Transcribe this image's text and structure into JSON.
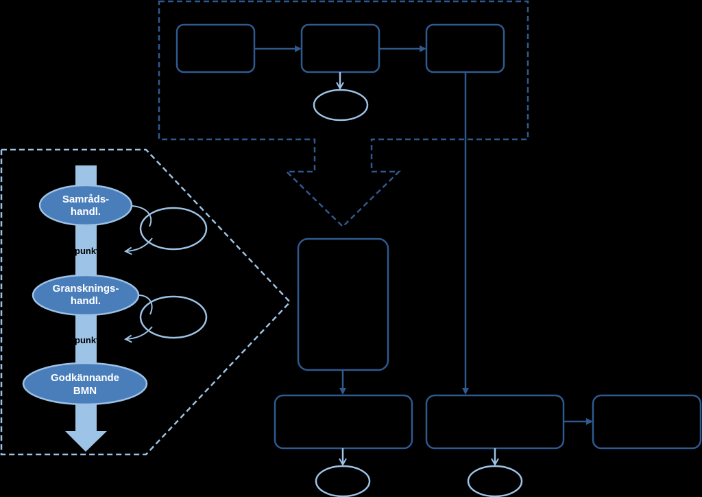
{
  "colors": {
    "background": "#000000",
    "box_stroke": "#2f5a8f",
    "light_stroke": "#9dc3e6",
    "pill_fill": "#4a7ebb",
    "pill_stroke": "#9dc3e6",
    "timeline_fill": "#9dc3e6"
  },
  "process": {
    "stages": [
      {
        "label": "Samråds-",
        "label2": "handl."
      },
      {
        "label": "Gransknings-",
        "label2": "handl."
      },
      {
        "label": "Godkännande",
        "label2": "BMN"
      }
    ],
    "checkpoints": [
      {
        "label": "punkt"
      },
      {
        "label": "punkt"
      }
    ]
  }
}
